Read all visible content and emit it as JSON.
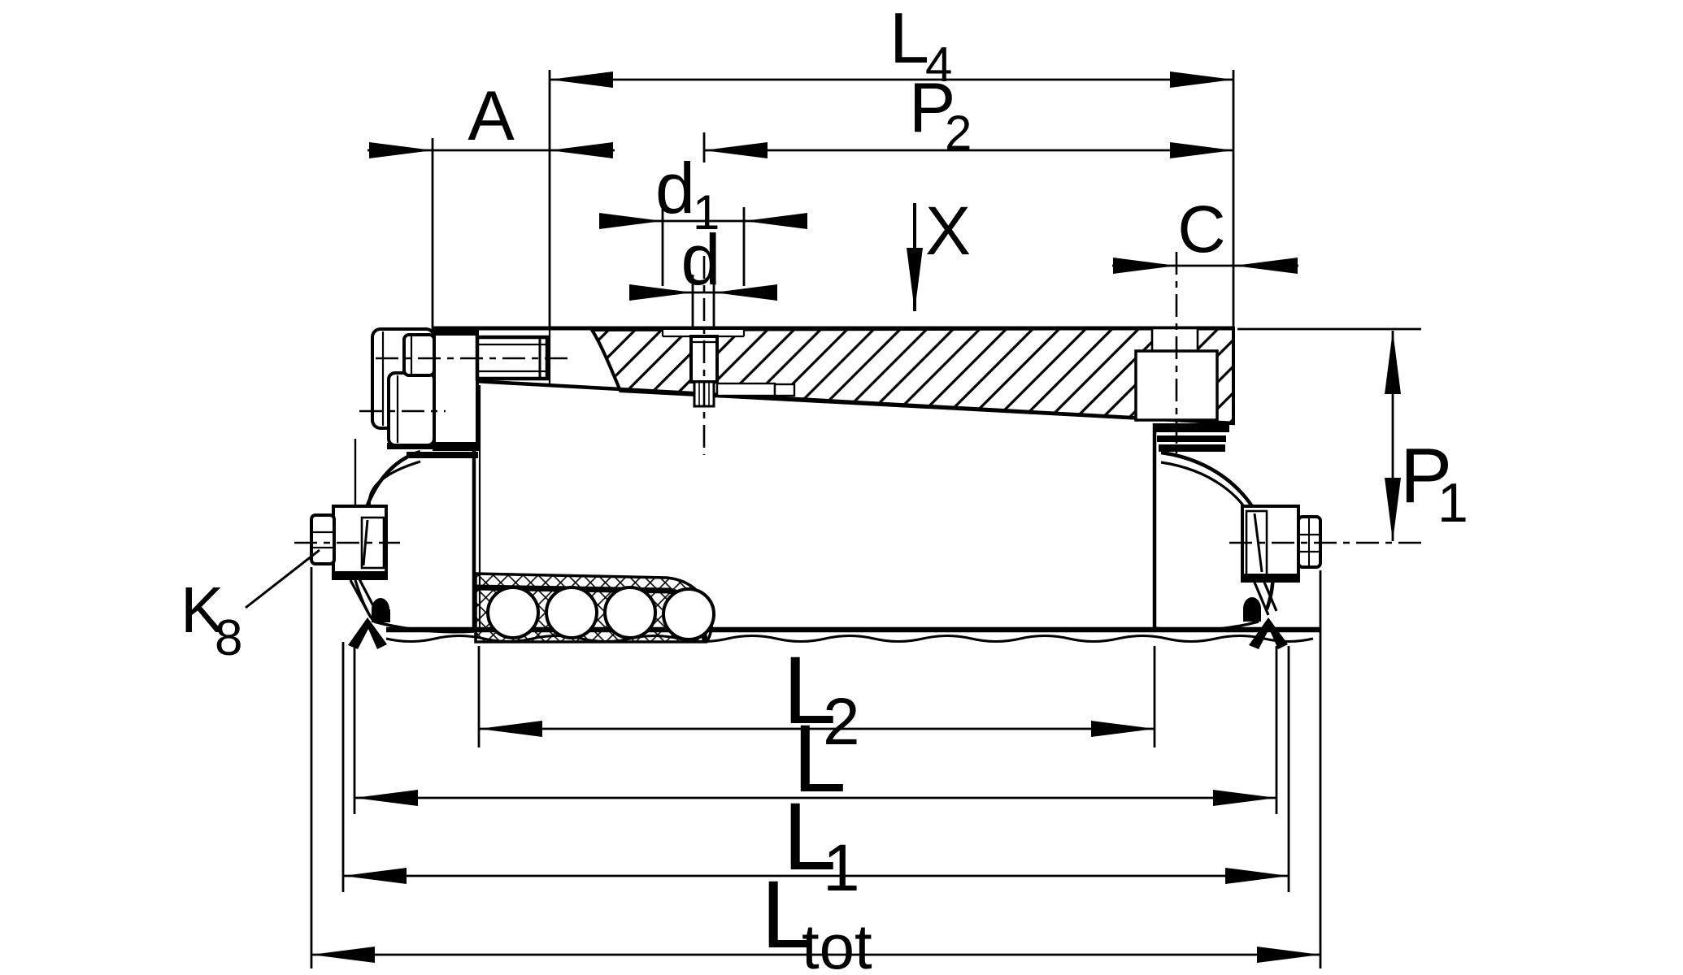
{
  "drawing": {
    "background": "#ffffff",
    "line_color": "#000000",
    "labels": {
      "L4": {
        "base": "L",
        "sub": "4"
      },
      "P2": {
        "base": "P",
        "sub": "2"
      },
      "A": {
        "base": "A",
        "sub": ""
      },
      "d1": {
        "base": "d",
        "sub": "1"
      },
      "d": {
        "base": "d",
        "sub": ""
      },
      "X": {
        "base": "X",
        "sub": ""
      },
      "C": {
        "base": "C",
        "sub": ""
      },
      "P1": {
        "base": "P",
        "sub": "1"
      },
      "K8": {
        "base": "K",
        "sub": "8"
      },
      "L2": {
        "base": "L",
        "sub": "2"
      },
      "L": {
        "base": "L",
        "sub": ""
      },
      "L1": {
        "base": "L",
        "sub": "1"
      },
      "Ltot": {
        "base": "L",
        "sub": "tot"
      }
    }
  }
}
